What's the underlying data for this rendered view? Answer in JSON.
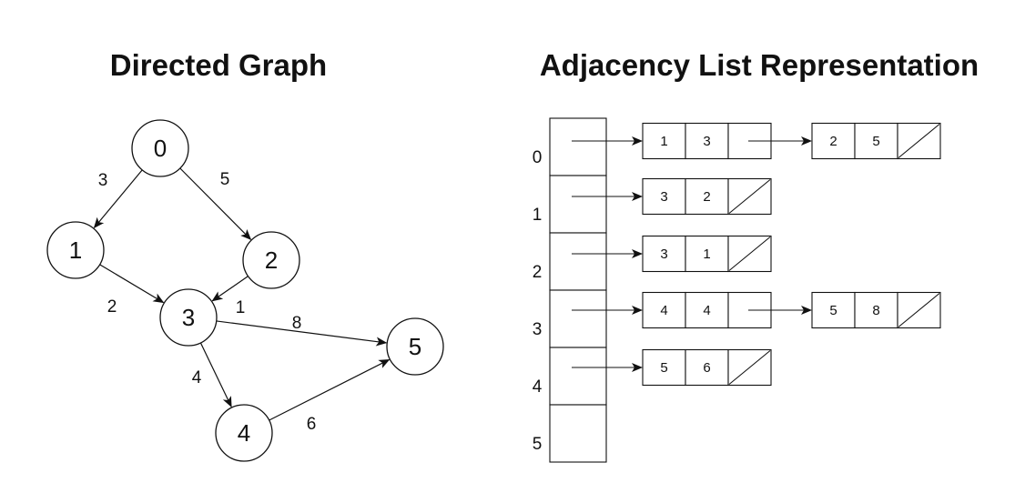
{
  "graph": {
    "title": "Directed Graph",
    "nodes": [
      {
        "id": "0",
        "label": "0"
      },
      {
        "id": "1",
        "label": "1"
      },
      {
        "id": "2",
        "label": "2"
      },
      {
        "id": "3",
        "label": "3"
      },
      {
        "id": "4",
        "label": "4"
      },
      {
        "id": "5",
        "label": "5"
      }
    ],
    "edges": [
      {
        "from": "0",
        "to": "1",
        "weight": "3"
      },
      {
        "from": "0",
        "to": "2",
        "weight": "5"
      },
      {
        "from": "1",
        "to": "3",
        "weight": "2"
      },
      {
        "from": "2",
        "to": "3",
        "weight": "1"
      },
      {
        "from": "3",
        "to": "5",
        "weight": "8"
      },
      {
        "from": "3",
        "to": "4",
        "weight": "4"
      },
      {
        "from": "4",
        "to": "5",
        "weight": "6"
      }
    ]
  },
  "adjacency": {
    "title": "Adjacency List Representation",
    "rows": [
      {
        "index": "0",
        "list": [
          [
            "1",
            "3"
          ],
          [
            "2",
            "5"
          ]
        ]
      },
      {
        "index": "1",
        "list": [
          [
            "3",
            "2"
          ]
        ]
      },
      {
        "index": "2",
        "list": [
          [
            "3",
            "1"
          ]
        ]
      },
      {
        "index": "3",
        "list": [
          [
            "4",
            "4"
          ],
          [
            "5",
            "8"
          ]
        ]
      },
      {
        "index": "4",
        "list": [
          [
            "5",
            "6"
          ]
        ]
      },
      {
        "index": "5",
        "list": []
      }
    ]
  }
}
